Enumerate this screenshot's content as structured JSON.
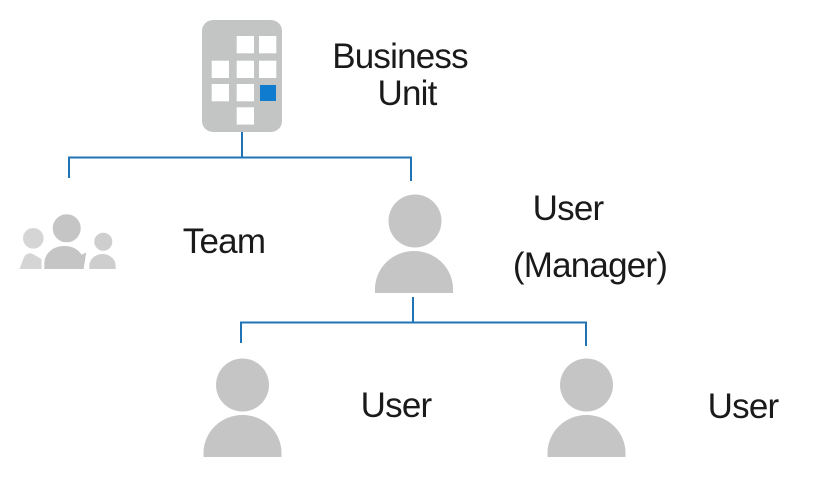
{
  "diagram": {
    "kind": "org-hierarchy",
    "nodes": {
      "business_unit": {
        "line1": "Business",
        "line2": "Unit",
        "icon": "business-unit-building-icon"
      },
      "team": {
        "label": "Team",
        "icon": "team-people-icon"
      },
      "manager": {
        "line1": "User",
        "line2": "(Manager)",
        "icon": "user-person-icon"
      },
      "user_left": {
        "label": "User",
        "icon": "user-person-icon"
      },
      "user_right": {
        "label": "User",
        "icon": "user-person-icon"
      }
    },
    "edges": [
      {
        "from": "business_unit",
        "to": "team"
      },
      {
        "from": "business_unit",
        "to": "manager"
      },
      {
        "from": "manager",
        "to": "user_left"
      },
      {
        "from": "manager",
        "to": "user_right"
      }
    ]
  },
  "colors": {
    "background": "#ffffff",
    "icon_gray": "#c5c5c5",
    "icon_gray_light": "#d5d5d5",
    "icon_gray_mid": "#cecece",
    "window_blue": "#0f7cd0",
    "connector_blue": "#2173b4",
    "text": "#1a1a1a"
  }
}
